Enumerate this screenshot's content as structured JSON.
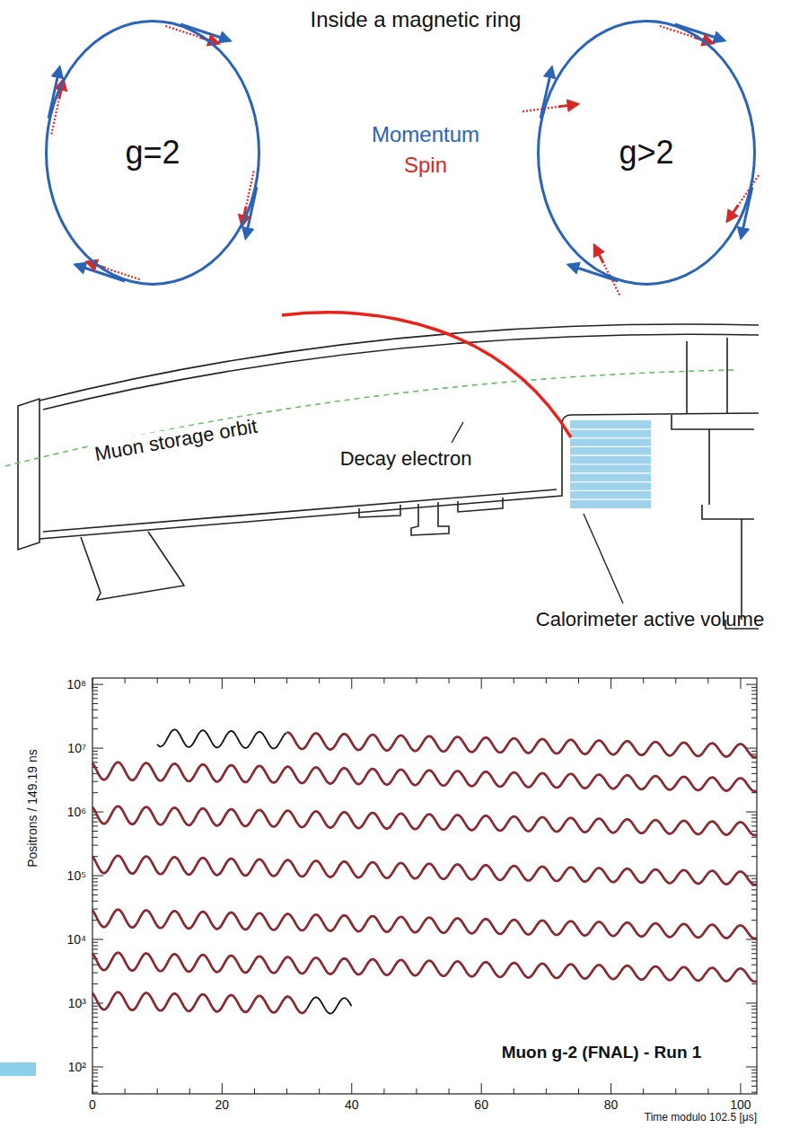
{
  "diagram": {
    "nodes": [
      {
        "text": [
          "g=2"
        ]
      },
      {
        "text": [
          "g>2"
        ]
      }
    ],
    "labels": [
      "Inside a magnetic ring",
      "Momentum",
      "Spin",
      "Muon storage orbit",
      "Decay electron",
      "Calorimeter active volume",
      "Positrons / 149.19 ns",
      "10⁸",
      "10⁷",
      "10⁶",
      "10⁵",
      "10⁴",
      "10³",
      "10²",
      "0",
      "20",
      "40",
      "60",
      "80",
      "100",
      "Time modulo 102.5 [μs]",
      "Muon g-2 (FNAL) - Run 1"
    ]
  }
}
